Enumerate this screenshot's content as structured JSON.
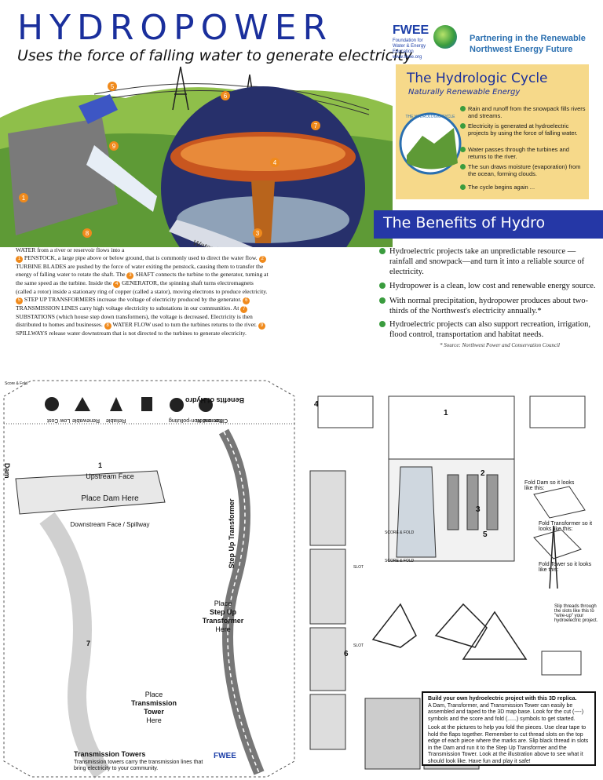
{
  "header": {
    "title": "HYDROPOWER",
    "subtitle": "Uses the force of falling water to generate electricity",
    "logo_name": "FWEE",
    "logo_sub": "Foundation for Water & Energy Education",
    "logo_url": "www.fwee.org",
    "partner_line1": "Partnering in the Renewable",
    "partner_line2": "Northwest Energy Future"
  },
  "cycle": {
    "title": "The Hydrologic Cycle",
    "subtitle": "Naturally Renewable Energy",
    "ring_text": "THE HYDROLOGIC CYCLE",
    "items": [
      "Rain and runoff from the snowpack fills rivers and streams.",
      "Electricity is generated at hydroelectric projects by using the force of falling water.",
      "Water passes through the turbines and returns to the river.",
      "The sun draws moisture (evaporation) from the ocean, forming clouds.",
      "The cycle begins again ..."
    ]
  },
  "benefits": {
    "title": "The Benefits of Hydro",
    "items": [
      "Hydroelectric projects take an unpredictable resource — rainfall and snowpack—and turn it into a reliable source of electricity.",
      "Hydropower is a clean, low cost and renewable energy source.",
      "With normal precipitation, hydropower produces about two-thirds of the Northwest's electricity annually.*",
      "Hydroelectric projects can also support recreation, irrigation, flood control, transportation and habitat needs."
    ],
    "source": "* Source: Northwest Power and Conservation Council"
  },
  "diagram": {
    "water_flow_label": "Water flow",
    "markers": [
      "1",
      "2",
      "3",
      "4",
      "5",
      "6",
      "7",
      "8",
      "9"
    ]
  },
  "explain": {
    "intro": "WATER from a river or reservoir flows into a",
    "p1": "PENSTOCK, a large pipe above or below ground, that is commonly used to direct the water flow.",
    "p2": "TURBINE BLADES are pushed by the force of water exiting the penstock, causing them to transfer the energy of falling water to rotate the shaft. The",
    "p3": "SHAFT connects the turbine to the generator, turning at the same speed as the turbine. Inside the",
    "p4": "GENERATOR, the spinning shaft turns electromagnets (called a rotor) inside a stationary ring of copper (called a stator), moving electrons to produce electricity.",
    "p5": "STEP UP TRANSFORMERS increase the voltage of electricity produced by the generator.",
    "p6": "TRANSMISSION LINES carry high voltage electricity to substations in our communities. At",
    "p7": "SUBSTATIONS (which house step down transformers), the voltage is decreased. Electricity is then distributed to homes and businesses.",
    "p8": "WATER FLOW used to turn the turbines returns to the river.",
    "p9": "SPILLWAYS release water downstream that is not directed to the turbines to generate electricity."
  },
  "map_sheet": {
    "benefits_label": "Benefits of Hydro",
    "icons": [
      "Low Cost",
      "Renewable",
      "Reliable",
      "Clean and Non-polluting",
      "Recreation"
    ],
    "upstream": "Upstream Face",
    "place_dam": "Place Dam Here",
    "downstream": "Downstream Face / Spillway",
    "place_transformer_1": "Place",
    "place_transformer_2": "Step Up",
    "place_transformer_3": "Transformer",
    "place_transformer_4": "Here",
    "place_tower_1": "Place",
    "place_tower_2": "Transmission",
    "place_tower_3": "Tower",
    "place_tower_4": "Here",
    "step_up_title": "Step Up Transformer",
    "dam_title": "Dam",
    "towers_title": "Transmission Towers",
    "towers_text": "Transmission towers carry the transmission lines that bring electricity to your community.",
    "logo_name": "FWEE",
    "corner_label": "Score & Fold",
    "map_number_1": "1",
    "map_number_7": "7"
  },
  "cutout_sheet": {
    "score_fold": "SCORE & FOLD",
    "slot": "SLOT",
    "fold_dam": "Fold Dam so it looks like this:",
    "fold_transformer": "Fold Transformer so it looks like this:",
    "fold_tower": "Fold Tower so it looks like this:",
    "slip_threads": "Slip threads through the slots like this to \"wire-up\" your hydroelectric project.",
    "instructions_title": "Build your own hydroelectric project with this 3D replica.",
    "instructions_p1": "A Dam, Transformer, and Transmission Tower can easily be assembled and taped to the 3D map base. Look for the cut (----) symbols and the score and fold (......) symbols to get started.",
    "instructions_p2": "Look at the pictures to help you fold the pieces. Use clear tape to hold the flaps together. Remember to cut thread slots on the top edge of each piece where the marks are. Slip black thread in slots in the Dam and run it to the Step Up Transformer and the Transmission Tower. Look at the illustration above to see what it should look like. Have fun and play it safe!",
    "numbers": [
      "1",
      "2",
      "3",
      "4",
      "5",
      "6"
    ]
  },
  "colors": {
    "title_blue": "#1a2f9c",
    "cycle_bg": "#f6d98a",
    "banner_blue": "#2537a6",
    "bullet_green": "#3a9c3e",
    "marker_orange": "#f08a1c"
  }
}
